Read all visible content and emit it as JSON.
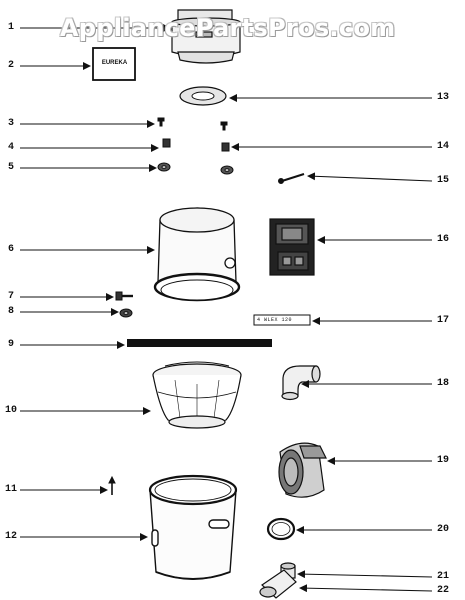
{
  "watermark": "AppliancePartsPros.com",
  "badge": "EUREKA",
  "label_plate": "4 WLEX 120",
  "callouts": [
    "1",
    "2",
    "3",
    "4",
    "5",
    "6",
    "7",
    "8",
    "9",
    "10",
    "11",
    "12",
    "13",
    "14",
    "15",
    "16",
    "17",
    "18",
    "19",
    "20",
    "21",
    "22"
  ]
}
